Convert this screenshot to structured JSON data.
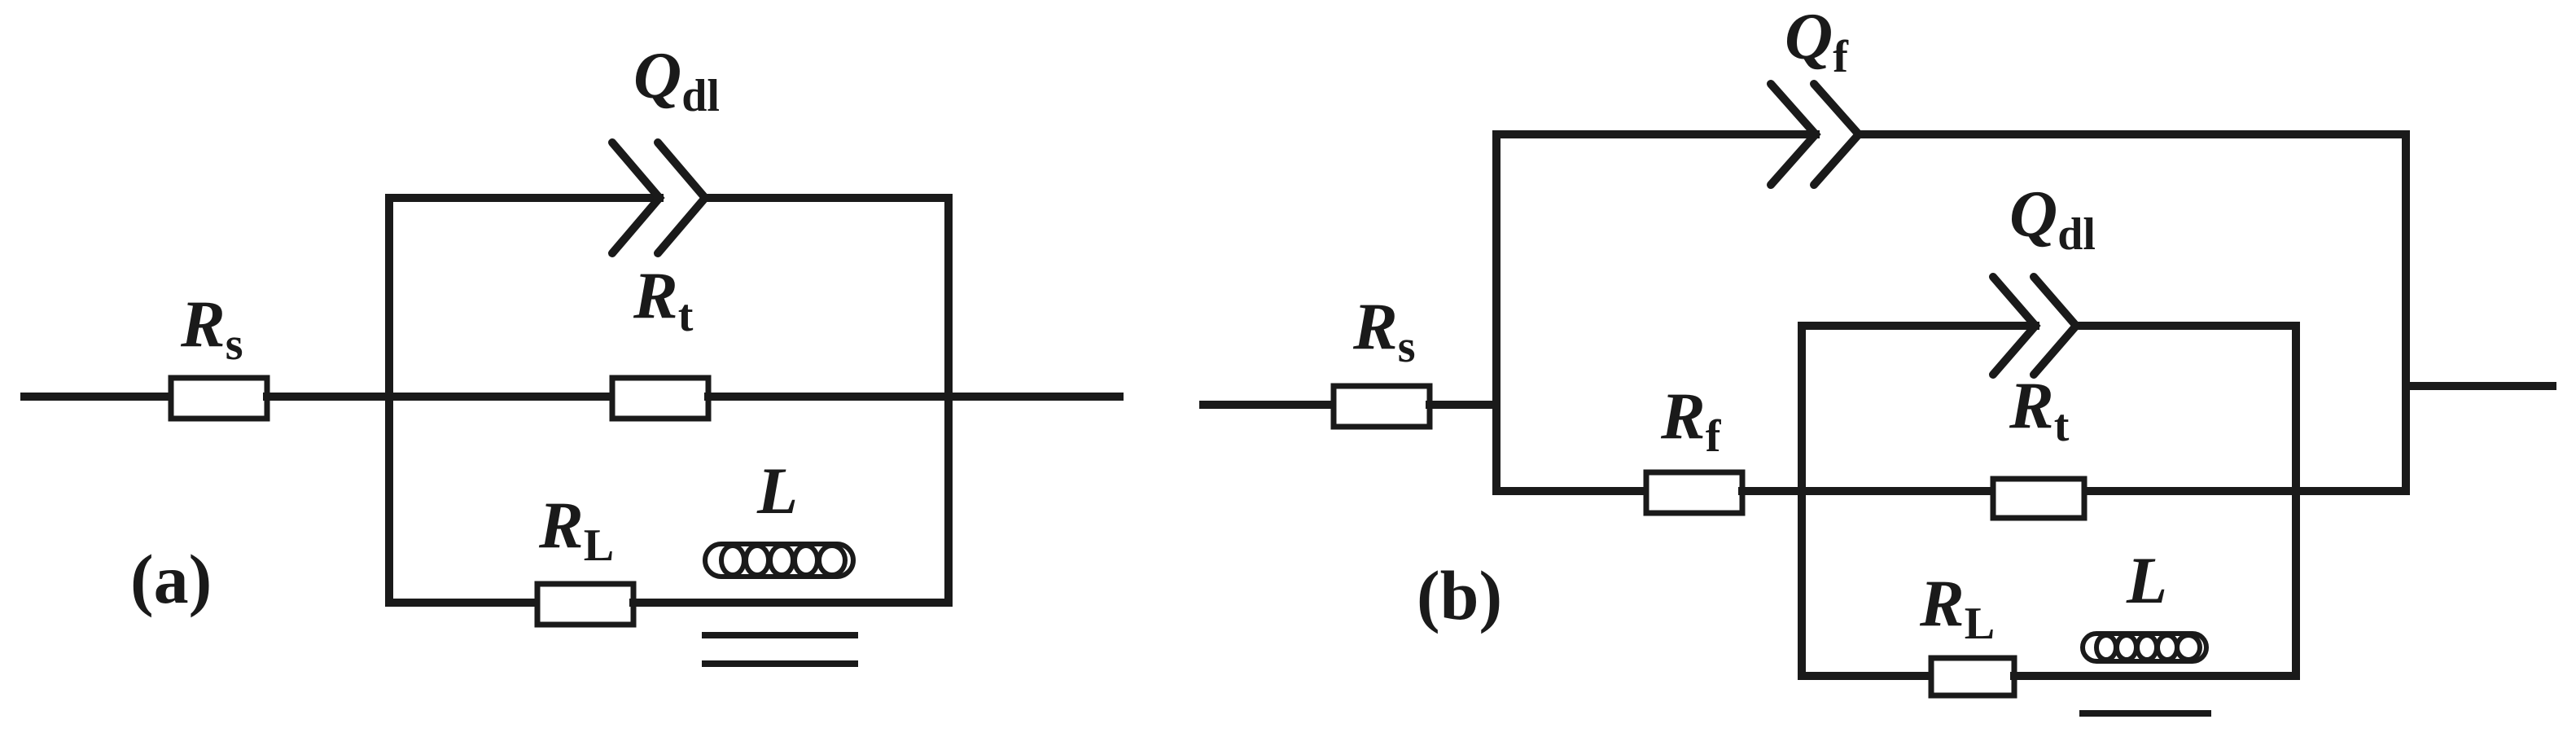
{
  "diagrams": {
    "a": {
      "panel_label": "(a)",
      "labels": {
        "Rs": {
          "main": "R",
          "sub": "s"
        },
        "Qdl": {
          "main": "Q",
          "sub": "dl"
        },
        "Rt": {
          "main": "R",
          "sub": "t"
        },
        "RL": {
          "main": "R",
          "sub": "L"
        },
        "L": {
          "main": "L",
          "sub": ""
        }
      }
    },
    "b": {
      "panel_label": "(b)",
      "labels": {
        "Rs": {
          "main": "R",
          "sub": "s"
        },
        "Qf": {
          "main": "Q",
          "sub": "f"
        },
        "Qdl": {
          "main": "Q",
          "sub": "dl"
        },
        "Rf": {
          "main": "R",
          "sub": "f"
        },
        "Rt": {
          "main": "R",
          "sub": "t"
        },
        "RL": {
          "main": "R",
          "sub": "L"
        },
        "L": {
          "main": "L",
          "sub": ""
        }
      }
    }
  },
  "colors": {
    "wire": "#1a1a1a",
    "background": "#ffffff"
  }
}
